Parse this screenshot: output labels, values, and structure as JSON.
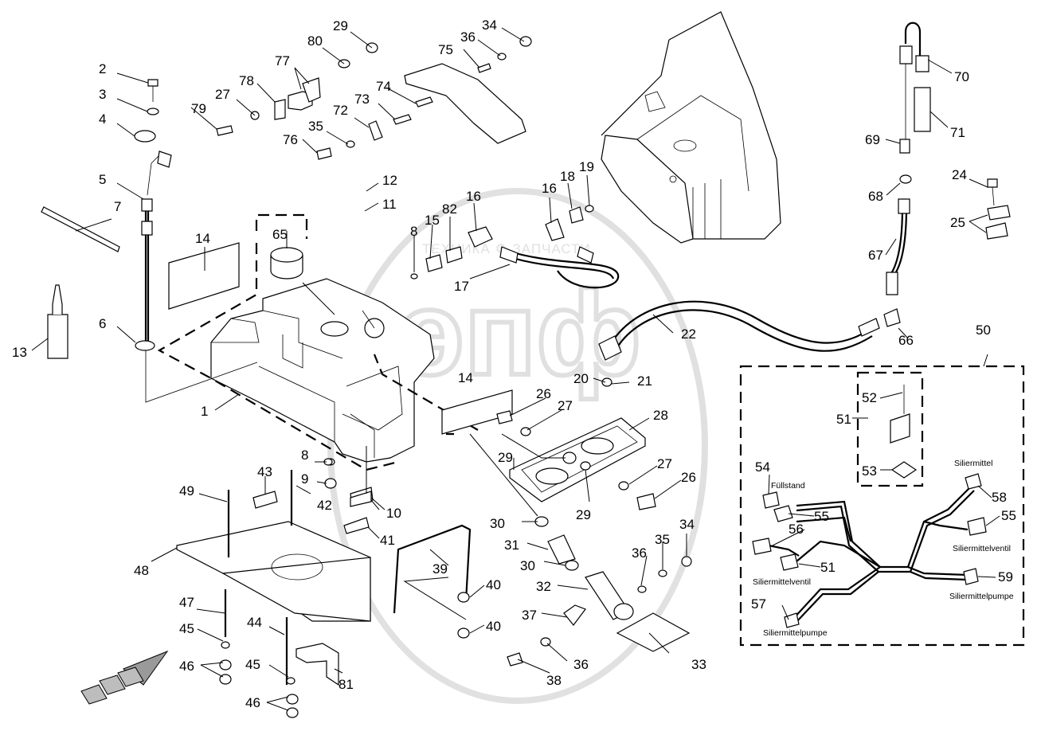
{
  "watermark": {
    "text": "ТЕХНИКА ⚙ ЗАПЧАСТИ",
    "logo": "эпф"
  },
  "callouts": [
    "1",
    "2",
    "3",
    "4",
    "5",
    "6",
    "7",
    "8",
    "8",
    "9",
    "10",
    "11",
    "12",
    "13",
    "14",
    "14",
    "15",
    "16",
    "16",
    "17",
    "18",
    "19",
    "20",
    "21",
    "22",
    "24",
    "25",
    "26",
    "26",
    "27",
    "27",
    "27",
    "28",
    "29",
    "29",
    "29",
    "30",
    "30",
    "31",
    "32",
    "33",
    "34",
    "34",
    "35",
    "35",
    "36",
    "36",
    "36",
    "37",
    "38",
    "39",
    "40",
    "40",
    "41",
    "42",
    "43",
    "44",
    "45",
    "45",
    "46",
    "46",
    "47",
    "48",
    "49",
    "50",
    "51",
    "51",
    "52",
    "53",
    "54",
    "55",
    "55",
    "56",
    "57",
    "58",
    "59",
    "65",
    "66",
    "67",
    "68",
    "69",
    "70",
    "71",
    "72",
    "73",
    "74",
    "75",
    "76",
    "77",
    "78",
    "79",
    "80",
    "81",
    "82"
  ],
  "wiring_labels": {
    "fuellstand": "Füllstand",
    "siliermittel": "Siliermittel",
    "siliermittelventil_right": "Siliermittelventil",
    "siliermittelventil_left": "Siliermittelventil",
    "siliermittelpumpe_right": "Siliermittelpumpe",
    "siliermittelpumpe_left": "Siliermittelpumpe"
  },
  "colors": {
    "ink": "#000000",
    "paper": "#ffffff",
    "watermark": "#c8c8c8",
    "arrow": "#9a9a9a"
  }
}
